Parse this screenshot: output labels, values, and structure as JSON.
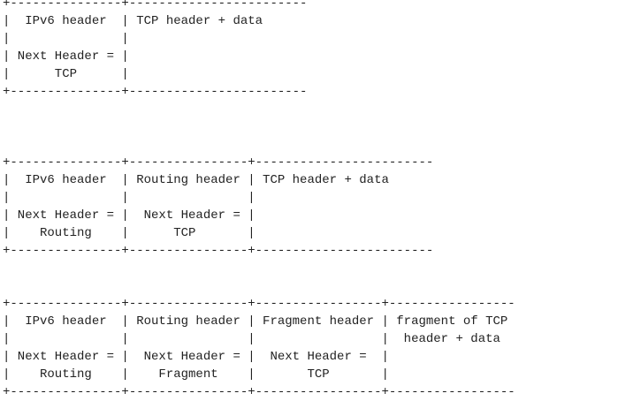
{
  "diagrams": [
    {
      "lines": [
        "+---------------+------------------------",
        "|  IPv6 header  | TCP header + data",
        "|               |",
        "| Next Header = |",
        "|      TCP      |",
        "+---------------+------------------------"
      ]
    },
    {
      "lines": [
        "+---------------+----------------+------------------------",
        "|  IPv6 header  | Routing header | TCP header + data",
        "|               |                |",
        "| Next Header = |  Next Header = |",
        "|    Routing    |      TCP       |",
        "+---------------+----------------+------------------------"
      ]
    },
    {
      "lines": [
        "+---------------+----------------+-----------------+-----------------",
        "|  IPv6 header  | Routing header | Fragment header | fragment of TCP",
        "|               |                |                 |  header + data",
        "| Next Header = |  Next Header = |  Next Header =  |",
        "|    Routing    |    Fragment    |       TCP       |",
        "+---------------+----------------+-----------------+-----------------"
      ]
    }
  ]
}
